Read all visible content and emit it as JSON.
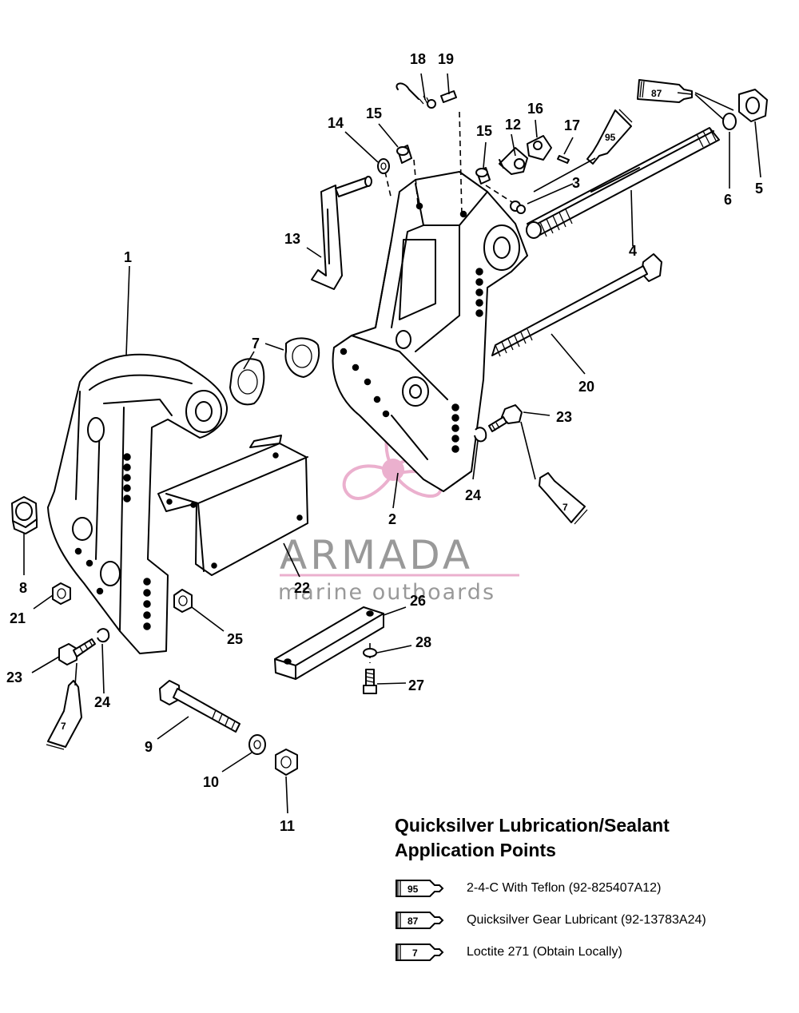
{
  "callouts": [
    "1",
    "2",
    "3",
    "4",
    "5",
    "6",
    "7",
    "8",
    "9",
    "10",
    "11",
    "12",
    "13",
    "14",
    "15",
    "15",
    "16",
    "17",
    "18",
    "19",
    "20",
    "21",
    "22",
    "23",
    "23",
    "24",
    "24",
    "25",
    "26",
    "27",
    "28"
  ],
  "tubes": {
    "t87": "87",
    "t95": "95",
    "t7a": "7",
    "t7b": "7"
  },
  "watermark": {
    "title": "ARMADA",
    "subtitle": "marine outboards",
    "accent": "#e8a3c6",
    "text_color": "#888888"
  },
  "legend": {
    "title_line1": "Quicksilver Lubrication/Sealant",
    "title_line2": "Application Points",
    "items": [
      {
        "code": "95",
        "text": "2-4-C  With Teflon (92-825407A12)"
      },
      {
        "code": "87",
        "text": "Quicksilver Gear Lubricant (92-13783A24)"
      },
      {
        "code": "7",
        "text": "Loctite 271 (Obtain Locally)"
      }
    ]
  }
}
